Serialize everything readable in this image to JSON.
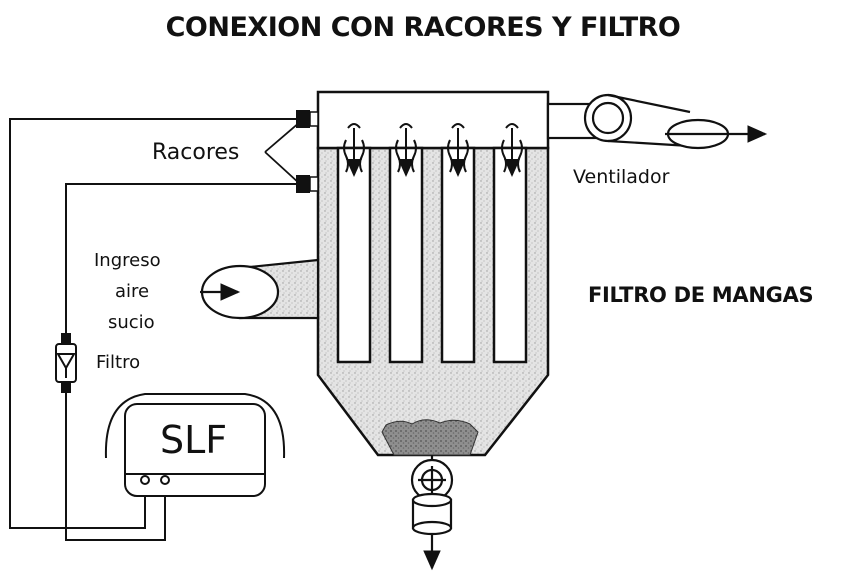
{
  "title": "CONEXION CON RACORES Y FILTRO",
  "labels": {
    "racores": "Racores",
    "ventilador": "Ventilador",
    "ingreso_line1": "Ingreso",
    "ingreso_line2": "aire",
    "ingreso_line3": "sucio",
    "filtro_de_mangas": "FILTRO DE MANGAS",
    "filtro": "Filtro",
    "slf": "SLF"
  },
  "colors": {
    "line": "#111111",
    "dust_fill": "#d9d9d9",
    "hopper_dust": "#8c8c8c"
  }
}
